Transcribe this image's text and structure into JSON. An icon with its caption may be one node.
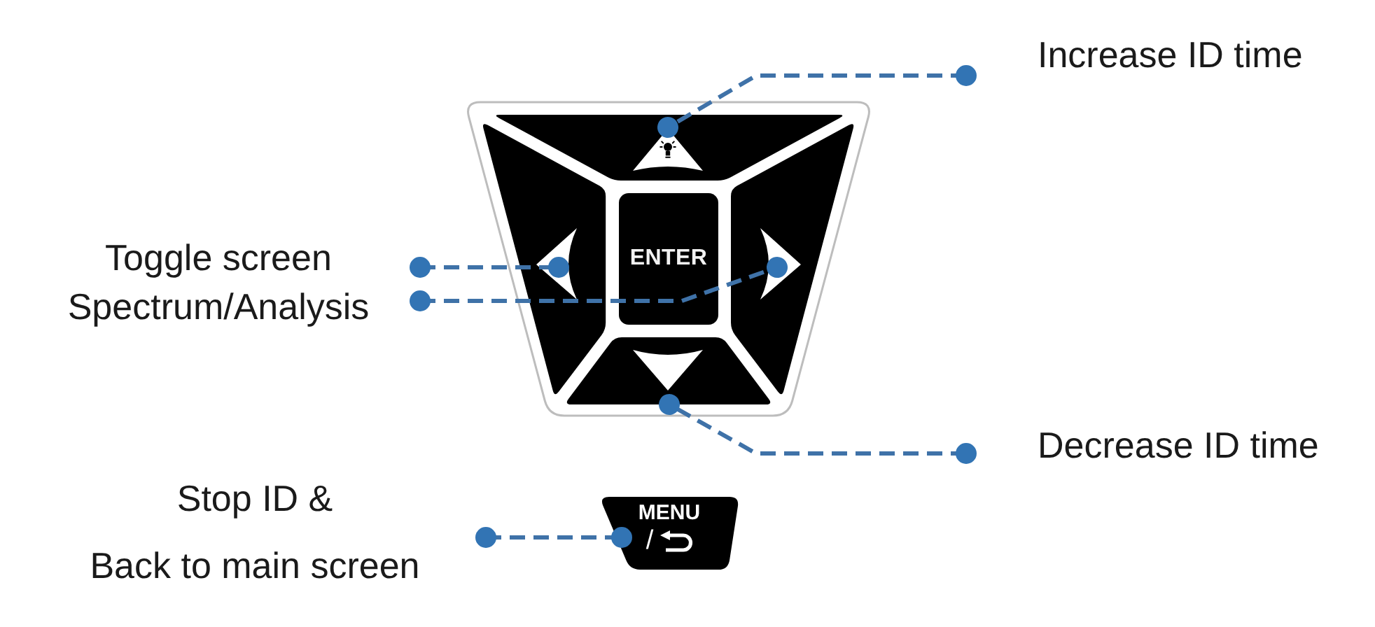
{
  "diagram": {
    "nodes": [
      {
        "text": [
          "Increase ID time"
        ]
      },
      {
        "text": [],
        "shape": "trapezoid"
      },
      {
        "text": [],
        "shape": "trapezoid",
        "in": 1
      },
      {
        "text": [],
        "shape": "trapezoid",
        "in": 1
      },
      {
        "text": [
          "ENTER"
        ],
        "in": 1
      },
      {
        "text": [],
        "shape": "trapezoid",
        "in": 1
      },
      {
        "text": [],
        "shape": "trapezoid",
        "in": 1
      },
      {
        "text": [
          "Toggle screen Spectrum/Analysis"
        ]
      },
      {
        "text": [
          "Decrease ID time"
        ]
      },
      {
        "text": [
          "Stop ID &",
          "Back to main screen"
        ]
      },
      {
        "text": [
          "MENU",
          "/"
        ]
      }
    ],
    "edges": [
      {
        "from": 0,
        "to": 2,
        "arrow": "other",
        "style": "dashed"
      },
      {
        "from": 7,
        "to": 3,
        "arrow": "other",
        "style": "dashed"
      },
      {
        "from": 7,
        "to": 5,
        "arrow": "other",
        "style": "dashed"
      },
      {
        "from": 8,
        "to": 6,
        "arrow": "other",
        "style": "dashed"
      },
      {
        "from": 9,
        "to": 10,
        "arrow": "other",
        "style": "dashed"
      }
    ]
  }
}
